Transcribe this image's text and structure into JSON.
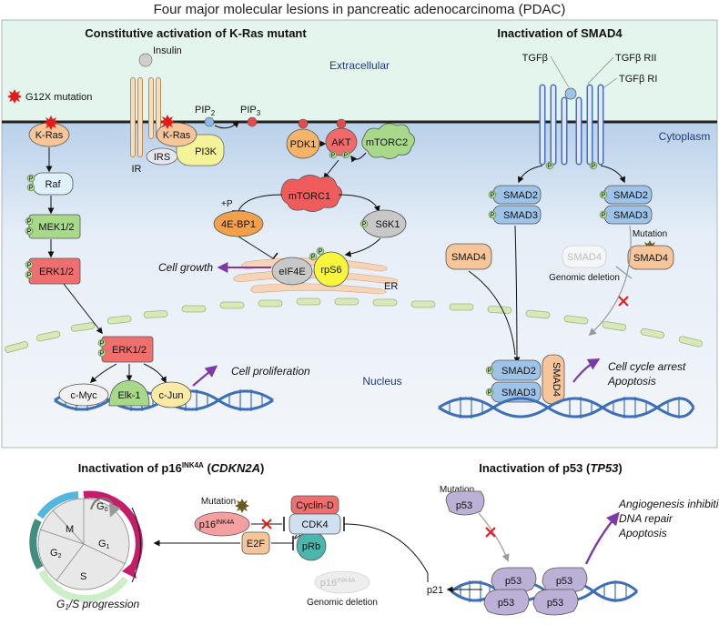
{
  "title": "Four major molecular lesions in pancreatic adenocarcinoma (PDAC)",
  "sections": {
    "kras": "Constitutive activation of K-Ras mutant",
    "smad4": "Inactivation of SMAD4",
    "p16_prefix": "Inactivation of p16",
    "p16_sup": "INK4A",
    "p16_gene": "CDKN2A",
    "p53_prefix": "Inactivation of p53 (",
    "p53_gene": "TP53",
    "p53_suffix": ")"
  },
  "compartments": {
    "extracellular": "Extracellular",
    "cytoplasm": "Cytoplasm",
    "nucleus": "Nucleus",
    "er": "ER"
  },
  "kras_pathway": {
    "g12x": "G12X mutation",
    "insulin": "Insulin",
    "ir": "IR",
    "irs": "IRS",
    "kras": "K-Ras",
    "pi3k": "PI3K",
    "pip2": "PIP",
    "pip2_sub": "2",
    "pip3": "PIP",
    "pip3_sub": "3",
    "pdk1": "PDK1",
    "akt": "AKT",
    "mtorc2": "mTORC2",
    "mtorc1": "mTORC1",
    "plus_p": "+P",
    "ebp1": "4E-BP1",
    "s6k1": "S6K1",
    "eif4e": "eIF4E",
    "rps6": "rpS6",
    "cell_growth": "Cell growth",
    "raf": "Raf",
    "mek": "MEK1/2",
    "erk": "ERK1/2",
    "erk_nuc": "ERK1/2",
    "cmyc": "c-Myc",
    "elk1": "Elk-1",
    "cjun": "c-Jun",
    "cell_proliferation": "Cell proliferation",
    "p": "P"
  },
  "smad_pathway": {
    "tgfb": "TGFβ",
    "tgfb_rii": "TGFβ RII",
    "tgfb_ri": "TGFβ RI",
    "smad2": "SMAD2",
    "smad3": "SMAD3",
    "smad4": "SMAD4",
    "smad4_deleted": "SMAD4",
    "genomic_deletion": "Genomic deletion",
    "mutation": "Mutation",
    "cell_cycle_arrest": "Cell cycle arrest",
    "apoptosis": "Apoptosis"
  },
  "p16_pathway": {
    "mutation": "Mutation",
    "p16": "p16",
    "p16_sup": "INK4A",
    "cyclin_d": "Cyclin-D",
    "cdk4": "CDK4",
    "e2f": "E2F",
    "prb": "pRb",
    "genomic_deletion": "Genomic deletion",
    "cycle_g0": "G",
    "cycle_g0_sub": "0",
    "cycle_g1": "G",
    "cycle_g1_sub": "1",
    "cycle_g2": "G",
    "cycle_g2_sub": "2",
    "cycle_m": "M",
    "cycle_s": "S",
    "g1s_progression": "G",
    "g1s_sub": "1",
    "g1s_rest": "/S progression"
  },
  "p53_pathway": {
    "mutation": "Mutation",
    "p53": "p53",
    "p21": "p21",
    "angiogenesis": "Angiogenesis inhibition",
    "dna_repair": "DNA repair",
    "apoptosis": "Apoptosis"
  },
  "colors": {
    "extracellular_bg": "#e4f5ee",
    "cytoplasm_bg": "#dde9f5",
    "membrane": "#2b2b2b",
    "kras_orange": "#f6c59a",
    "raf_blue": "#dff1fb",
    "mek_green": "#a8d889",
    "erk_red": "#ef6f6f",
    "mtorc_red": "#f05b5b",
    "smad_blue": "#9ec3e8",
    "p53_purple": "#bcb0d7",
    "dna_blue": "#3d6fb8",
    "purple_arrow": "#7b3aa8"
  }
}
